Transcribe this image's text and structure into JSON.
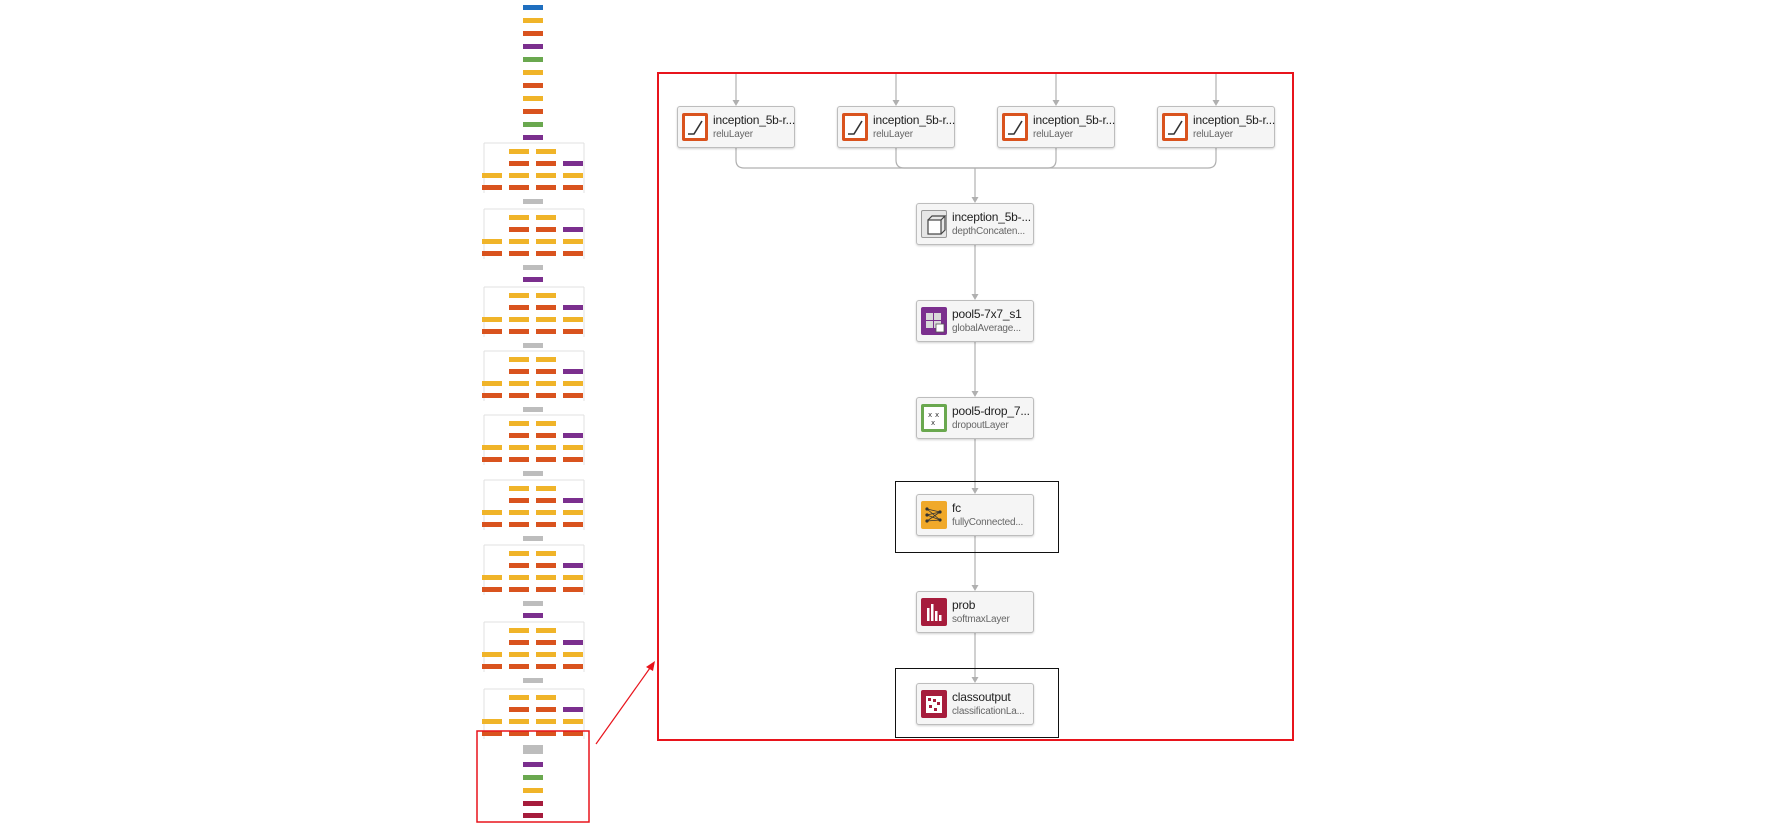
{
  "nodes": [
    {
      "id": "relu1",
      "name": "inception_5b-r...",
      "type": "reluLayer",
      "icon": "relu-icon",
      "color": "#d9531e"
    },
    {
      "id": "relu2",
      "name": "inception_5b-r...",
      "type": "reluLayer",
      "icon": "relu-icon",
      "color": "#d9531e"
    },
    {
      "id": "relu3",
      "name": "inception_5b-r...",
      "type": "reluLayer",
      "icon": "relu-icon",
      "color": "#d9531e"
    },
    {
      "id": "relu4",
      "name": "inception_5b-r...",
      "type": "reluLayer",
      "icon": "relu-icon",
      "color": "#d9531e"
    },
    {
      "id": "concat",
      "name": "inception_5b-...",
      "type": "depthConcaten...",
      "icon": "depth-concat-icon",
      "color": "#9e9e9e"
    },
    {
      "id": "pool",
      "name": "pool5-7x7_s1",
      "type": "globalAverage...",
      "icon": "global-avg-pool-icon",
      "color": "#7b2f8e"
    },
    {
      "id": "drop",
      "name": "pool5-drop_7...",
      "type": "dropoutLayer",
      "icon": "dropout-icon",
      "color": "#6aa84f"
    },
    {
      "id": "fc",
      "name": "fc",
      "type": "fullyConnected...",
      "icon": "fully-connected-icon",
      "color": "#f0a92a"
    },
    {
      "id": "prob",
      "name": "prob",
      "type": "softmaxLayer",
      "icon": "softmax-icon",
      "color": "#a61c3c"
    },
    {
      "id": "out",
      "name": "classoutput",
      "type": "classificationLa...",
      "icon": "classification-icon",
      "color": "#a61c3c"
    }
  ],
  "colors": {
    "input": "#1f6fbf",
    "conv": "#f0b429",
    "relu": "#d9531e",
    "pool": "#7b2f8e",
    "norm": "#6aa84f",
    "concat": "#bdbdbd",
    "dropout": "#6aa84f",
    "softmax": "#a61c3c",
    "frame": "#e8141c",
    "edge": "#b0b0b0"
  }
}
